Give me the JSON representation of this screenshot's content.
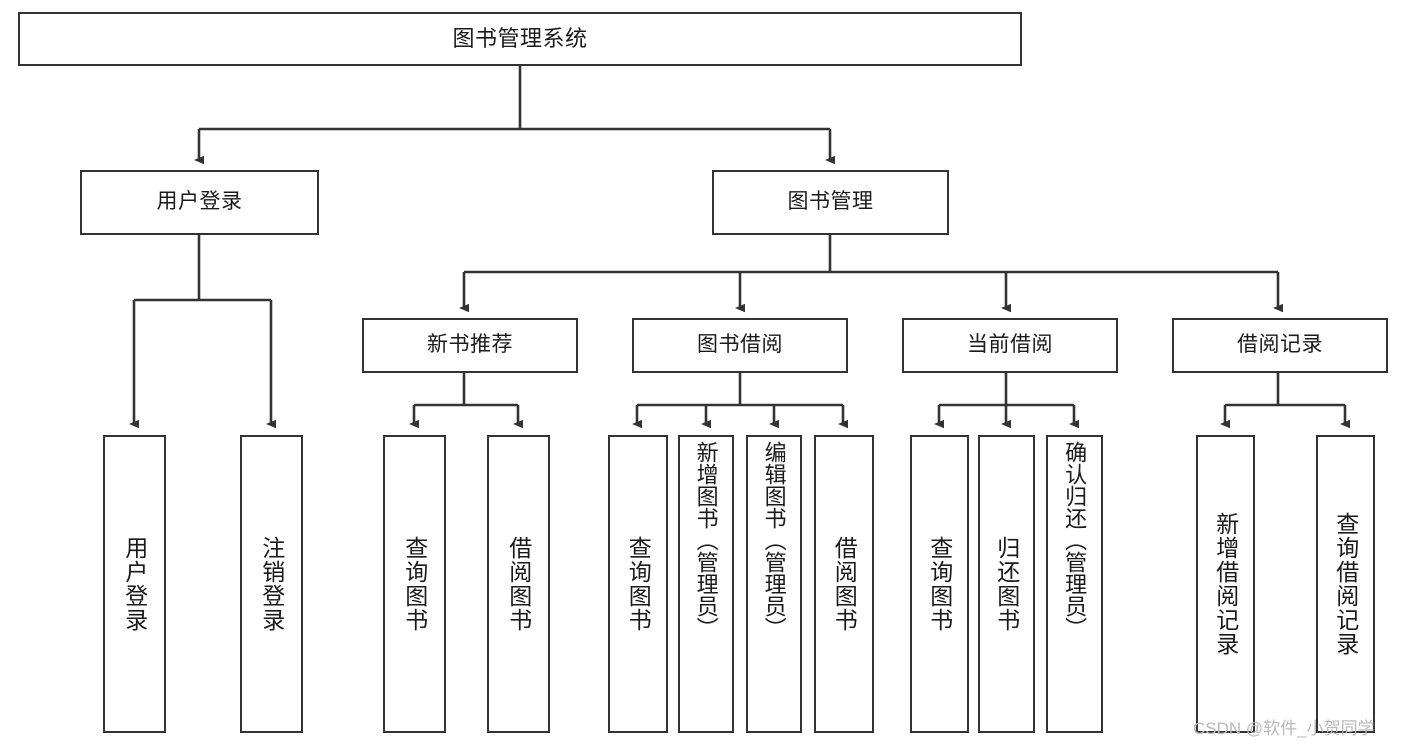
{
  "diagram": {
    "type": "tree-hierarchy",
    "title": "图书管理系统",
    "root": {
      "id": "root",
      "label": "图书管理系统"
    },
    "level2": [
      {
        "id": "user-login",
        "label": "用户登录"
      },
      {
        "id": "book-manage",
        "label": "图书管理"
      }
    ],
    "level3": [
      {
        "id": "new-book-recommend",
        "label": "新书推荐",
        "parent": "book-manage"
      },
      {
        "id": "book-borrow",
        "label": "图书借阅",
        "parent": "book-manage"
      },
      {
        "id": "current-borrow",
        "label": "当前借阅",
        "parent": "book-manage"
      },
      {
        "id": "borrow-record",
        "label": "借阅记录",
        "parent": "book-manage"
      }
    ],
    "leaves": [
      {
        "id": "leaf-user-login",
        "label": "用户登录",
        "parent": "user-login"
      },
      {
        "id": "leaf-logout",
        "label": "注销登录",
        "parent": "user-login"
      },
      {
        "id": "leaf-query-book-1",
        "label": "查询图书",
        "parent": "new-book-recommend"
      },
      {
        "id": "leaf-borrow-book-1",
        "label": "借阅图书",
        "parent": "new-book-recommend"
      },
      {
        "id": "leaf-query-book-2",
        "label": "查询图书",
        "parent": "book-borrow"
      },
      {
        "id": "leaf-add-book",
        "label": "新增图书（管理员）",
        "parent": "book-borrow"
      },
      {
        "id": "leaf-edit-book",
        "label": "编辑图书（管理员）",
        "parent": "book-borrow"
      },
      {
        "id": "leaf-borrow-book-2",
        "label": "借阅图书",
        "parent": "book-borrow"
      },
      {
        "id": "leaf-query-book-3",
        "label": "查询图书",
        "parent": "current-borrow"
      },
      {
        "id": "leaf-return-book",
        "label": "归还图书",
        "parent": "current-borrow"
      },
      {
        "id": "leaf-confirm-return",
        "label": "确认归还（管理员）",
        "parent": "current-borrow"
      },
      {
        "id": "leaf-add-record",
        "label": "新增借阅记录",
        "parent": "borrow-record"
      },
      {
        "id": "leaf-query-record",
        "label": "查询借阅记录",
        "parent": "borrow-record"
      }
    ]
  },
  "watermark": {
    "text": "CSDN @软件_小贺同学"
  },
  "colors": {
    "stroke": "#333333",
    "background": "#ffffff",
    "text": "#1a1a1a",
    "watermark": "#b9b9b9"
  }
}
